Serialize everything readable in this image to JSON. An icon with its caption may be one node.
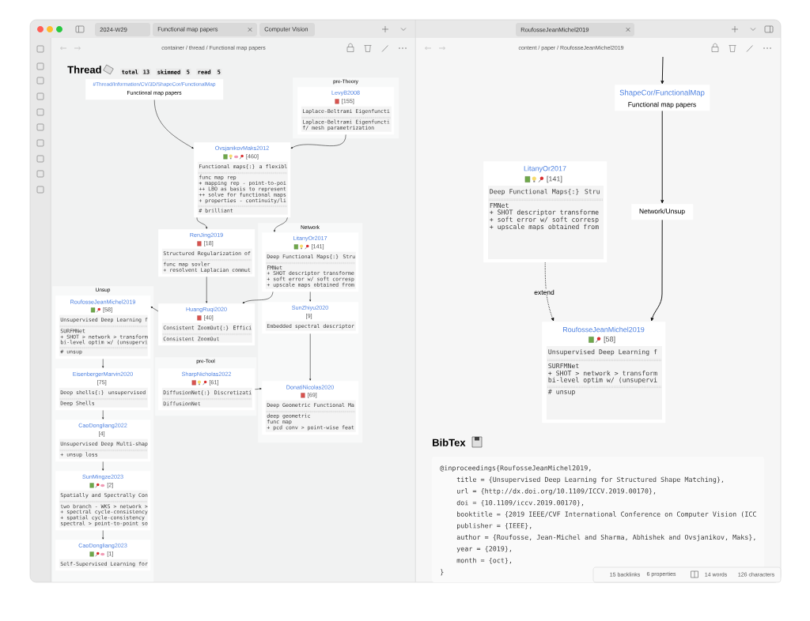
{
  "diagram": {
    "nodes": [
      {
        "text": [
          "#Thread/Information/CV/3D/ShapeCor/FunctionalMap",
          "Functional map papers"
        ]
      },
      {
        "text": [
          "pre-Theory"
        ]
      },
      {
        "text": [
          "LevyB2008",
          "[155]",
          "Laplace-Beltrami Eigenfuncti",
          "Laplace-Beltrami Eigenfuncti",
          "f/ mesh parametrization"
        ],
        "in": 1
      },
      {
        "text": [
          "OvsjanikovMaks2012",
          "[460]",
          "Functional maps{:} a flexibl",
          "func map rep",
          "+ mapping rep - point-to-poi",
          "++ LBO as basis to represent",
          "++ solve for functional maps",
          "+ properties - continuity/li",
          "# brilliant"
        ]
      },
      {
        "text": [
          "RenJing2019",
          "[18]",
          "Structured Regularization of",
          "func map sovler",
          "+ resolvent Laplacian commut"
        ]
      },
      {
        "text": [
          "Network"
        ]
      },
      {
        "text": [
          "LitanyOr2017",
          "[141]",
          "Deep Functional Maps{:} Stru",
          "FMNet",
          "+ SHOT descriptor transforme",
          "+ soft error w/ soft corresp",
          "+ upscale maps obtained from"
        ],
        "in": 5
      },
      {
        "text": [
          "Unsup"
        ]
      },
      {
        "text": [
          "RoufosseJeanMichel2019",
          "[58]",
          "Unsupervised Deep Learning f",
          "SURFMNet",
          "+ SHOT > network > transform",
          "bi-level optim w/ (unsupervi",
          "# unsup"
        ],
        "in": 7
      },
      {
        "text": [
          "HuangRuqi2020",
          "[40]",
          "Consistent ZoomOut{:} Effici",
          "Consistent ZoomOut"
        ]
      },
      {
        "text": [
          "SunZhiyu2020",
          "[9]",
          "Embedded spectral descriptor"
        ],
        "in": 5
      },
      {
        "text": [
          "pre-Tool"
        ]
      },
      {
        "text": [
          "SharpNicholas2022",
          "[61]",
          "DiffusionNet{:} Discretizati",
          "DiffusionNet"
        ],
        "in": 11
      },
      {
        "text": [
          "EisenbergerMarvin2020",
          "[75]",
          "Deep shells{:} unsupervised",
          "Deep Shells"
        ],
        "in": 7
      },
      {
        "text": [
          "DonatiNicolas2020",
          "[69]",
          "Deep Geometric Functional Ma",
          "deep geometric",
          "func map",
          "+ pcd conv > point-wise feat"
        ],
        "in": 5
      },
      {
        "text": [
          "CaoDongliang2022",
          "[4]",
          "Unsupervised Deep Multi-shap",
          "+ unsup loss"
        ],
        "in": 7
      },
      {
        "text": [
          "SunMingze2023",
          "[2]",
          "Spatially and Spectrally Con",
          "two branch - WKS > network >",
          "+ spectral cycle-consistency",
          "+ spatial cycle-consistency",
          "spectral > point-to-point so"
        ],
        "in": 7
      },
      {
        "text": [
          "CaoDongliang2023",
          "[1]",
          "Self-Supervised Learning for"
        ],
        "in": 7
      },
      {
        "text": [
          "ShapeCor/FunctionalMap",
          "Functional map papers"
        ]
      },
      {
        "text": [
          "Network/Unsup"
        ]
      },
      {
        "text": [
          "LitanyOr2017",
          "[141]",
          "Deep Functional Maps{:} Stru",
          "FMNet",
          "+ SHOT descriptor transforme",
          "+ soft error w/ soft corresp",
          "+ upscale maps obtained from"
        ]
      },
      {
        "text": [
          "RoufosseJeanMichel2019",
          "[58]",
          "Unsupervised Deep Learning f",
          "SURFMNet",
          "+ SHOT > network > transform",
          "bi-level optim w/ (unsupervi",
          "# unsup"
        ]
      }
    ],
    "edges": [
      {
        "from": 0,
        "to": 3,
        "arrow": "to"
      },
      {
        "from": 2,
        "to": 3,
        "arrow": "to"
      },
      {
        "from": 3,
        "to": 4,
        "arrow": "to"
      },
      {
        "from": 3,
        "to": 6,
        "arrow": "to"
      },
      {
        "from": 4,
        "to": 9,
        "arrow": "to"
      },
      {
        "from": 6,
        "to": 9,
        "arrow": "to"
      },
      {
        "from": 6,
        "to": 10,
        "arrow": "to"
      },
      {
        "from": 9,
        "to": 8,
        "arrow": "to"
      },
      {
        "from": 10,
        "to": 14,
        "arrow": "to"
      },
      {
        "from": 12,
        "to": 14,
        "arrow": "to"
      },
      {
        "from": 8,
        "to": 13,
        "arrow": "to"
      },
      {
        "from": 13,
        "to": 15,
        "arrow": "to"
      },
      {
        "from": 15,
        "to": 16,
        "arrow": "to"
      },
      {
        "from": 16,
        "to": 17,
        "arrow": "to"
      },
      {
        "from": null,
        "to": 18,
        "arrow": "to"
      },
      {
        "from": 18,
        "to": 19,
        "arrow": "to"
      },
      {
        "from": 19,
        "to": 21,
        "arrow": "to"
      },
      {
        "from": 20,
        "to": 21,
        "arrow": "to",
        "label": "extend",
        "style": "dashed"
      }
    ],
    "labels": [
      "2024-W29",
      "Functional map papers",
      "Computer Vision",
      "RoufosseJeanMichel2019",
      "container / thread / Functional map papers",
      "content / paper / RoufosseJeanMichel2019",
      "Thread",
      "total",
      "13",
      "skimmed",
      "5",
      "read",
      "5",
      "BibTex",
      "@inproceedings{RoufosseJeanMichel2019,",
      "title = {Unsupervised Deep Learning for Structured Shape Matching},",
      "url = {http://dx.doi.org/10.1109/ICCV.2019.00170},",
      "doi = {10.1109/iccv.2019.00170},",
      "booktitle = {2019 IEEE/CVF International Conference on Computer Vision (ICC",
      "publisher = {IEEE},",
      "author = {Roufosse, Jean-Michel and Sharma, Abhishek and Ovsjanikov, Maks},",
      "year = {2019},",
      "month = {oct},",
      "}",
      "15 backlinks",
      "6 properties",
      "14 words",
      "126 characters"
    ]
  }
}
